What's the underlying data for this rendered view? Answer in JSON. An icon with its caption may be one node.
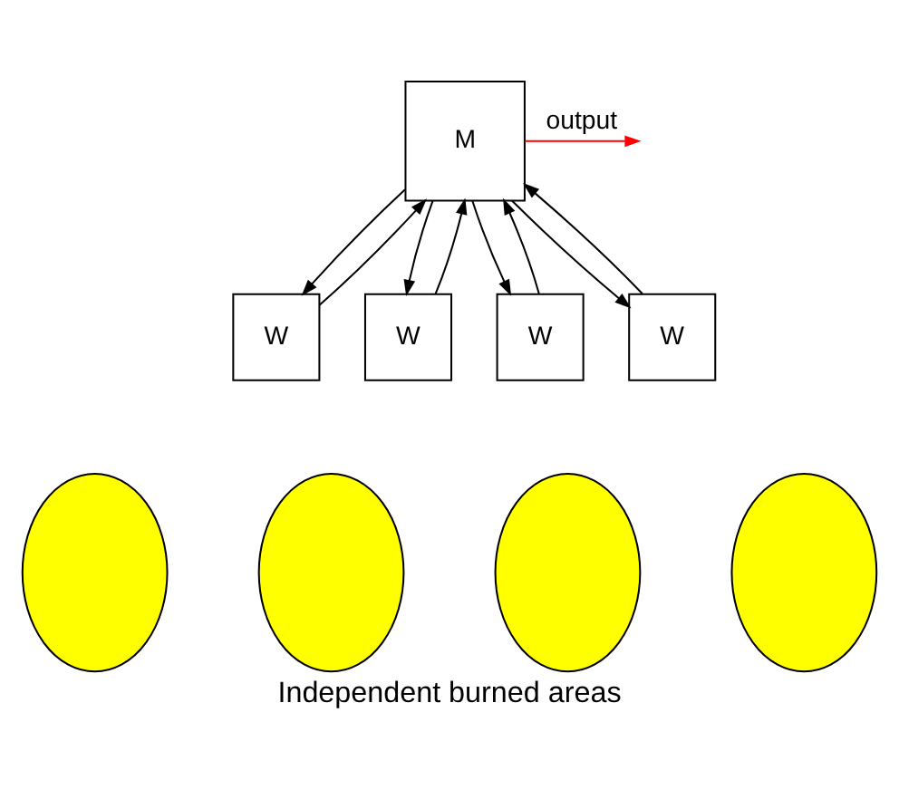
{
  "diagram": {
    "caption": "Independent burned areas",
    "nodes": [
      {
        "text": [
          "M"
        ]
      },
      {
        "text": [
          "W"
        ]
      },
      {
        "text": [
          "W"
        ]
      },
      {
        "text": [
          "W"
        ]
      },
      {
        "text": [
          "W"
        ]
      },
      {
        "text": [],
        "shape": "ellipse"
      },
      {
        "text": [],
        "shape": "ellipse"
      },
      {
        "text": [],
        "shape": "ellipse"
      },
      {
        "text": [],
        "shape": "ellipse"
      }
    ],
    "edges": [
      {
        "from": 0,
        "to": 1,
        "arrow": "to"
      },
      {
        "from": 1,
        "to": 0,
        "arrow": "to"
      },
      {
        "from": 0,
        "to": 2,
        "arrow": "to"
      },
      {
        "from": 2,
        "to": 0,
        "arrow": "to"
      },
      {
        "from": 0,
        "to": 3,
        "arrow": "to"
      },
      {
        "from": 3,
        "to": 0,
        "arrow": "to"
      },
      {
        "from": 0,
        "to": 4,
        "arrow": "to"
      },
      {
        "from": 4,
        "to": 0,
        "arrow": "to"
      },
      {
        "from": 0,
        "to": null,
        "arrow": "to",
        "label": "output",
        "color": "#ff0000"
      }
    ]
  }
}
